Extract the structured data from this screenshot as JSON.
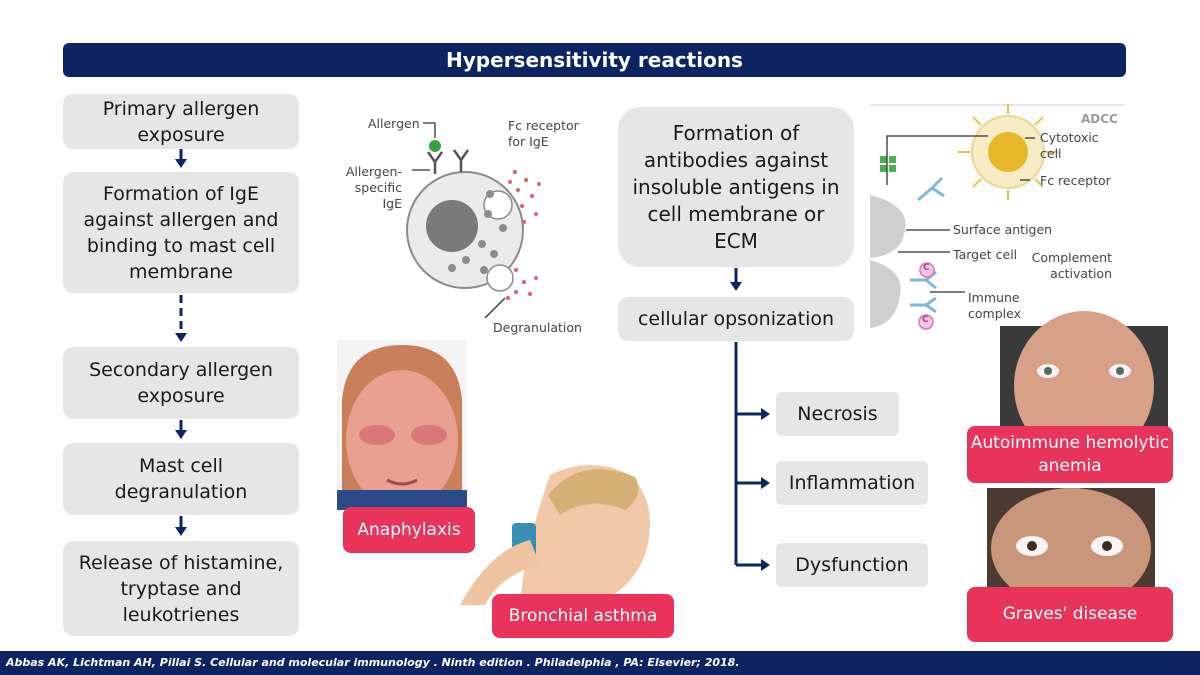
{
  "title": "Hypersensitivity reactions",
  "left_flow": [
    "Primary allergen exposure",
    "Formation of IgE against allergen and binding to mast cell membrane",
    "Secondary allergen exposure",
    "Mast cell degranulation",
    "Release of histamine, tryptase and leukotrienes"
  ],
  "mast_cell_labels": {
    "allergen": "Allergen",
    "fc_receptor": "Fc receptor for IgE",
    "allergen_specific": "Allergen-specific IgE",
    "degranulation": "Degranulation"
  },
  "photo_labels": {
    "anaphylaxis": "Anaphylaxis",
    "asthma": "Bronchial asthma",
    "hemolytic": "Autoimmune hemolytic anemia",
    "graves": "Graves' disease"
  },
  "right_flow": {
    "formation": "Formation of antibodies against insoluble antigens in cell membrane or ECM",
    "opsonization": "cellular opsonization",
    "outcomes": [
      "Necrosis",
      "Inflammation",
      "Dysfunction"
    ]
  },
  "adcc_labels": {
    "header": "ADCC",
    "cytotoxic": "Cytotoxic cell",
    "fc_receptor": "Fc receptor",
    "surface_antigen": "Surface antigen",
    "target_cell": "Target cell",
    "complement": "Complement activation",
    "immune_complex": "Immune complex",
    "c_marker": "C"
  },
  "footer": "Abbas AK, Lichtman AH, Pillai S. Cellular and molecular immunology . Ninth edition . Philadelphia , PA: Elsevier; 2018.",
  "colors": {
    "navy": "#0c2461",
    "box_gray": "#e6e6e6",
    "label_pink": "#e8345a"
  }
}
